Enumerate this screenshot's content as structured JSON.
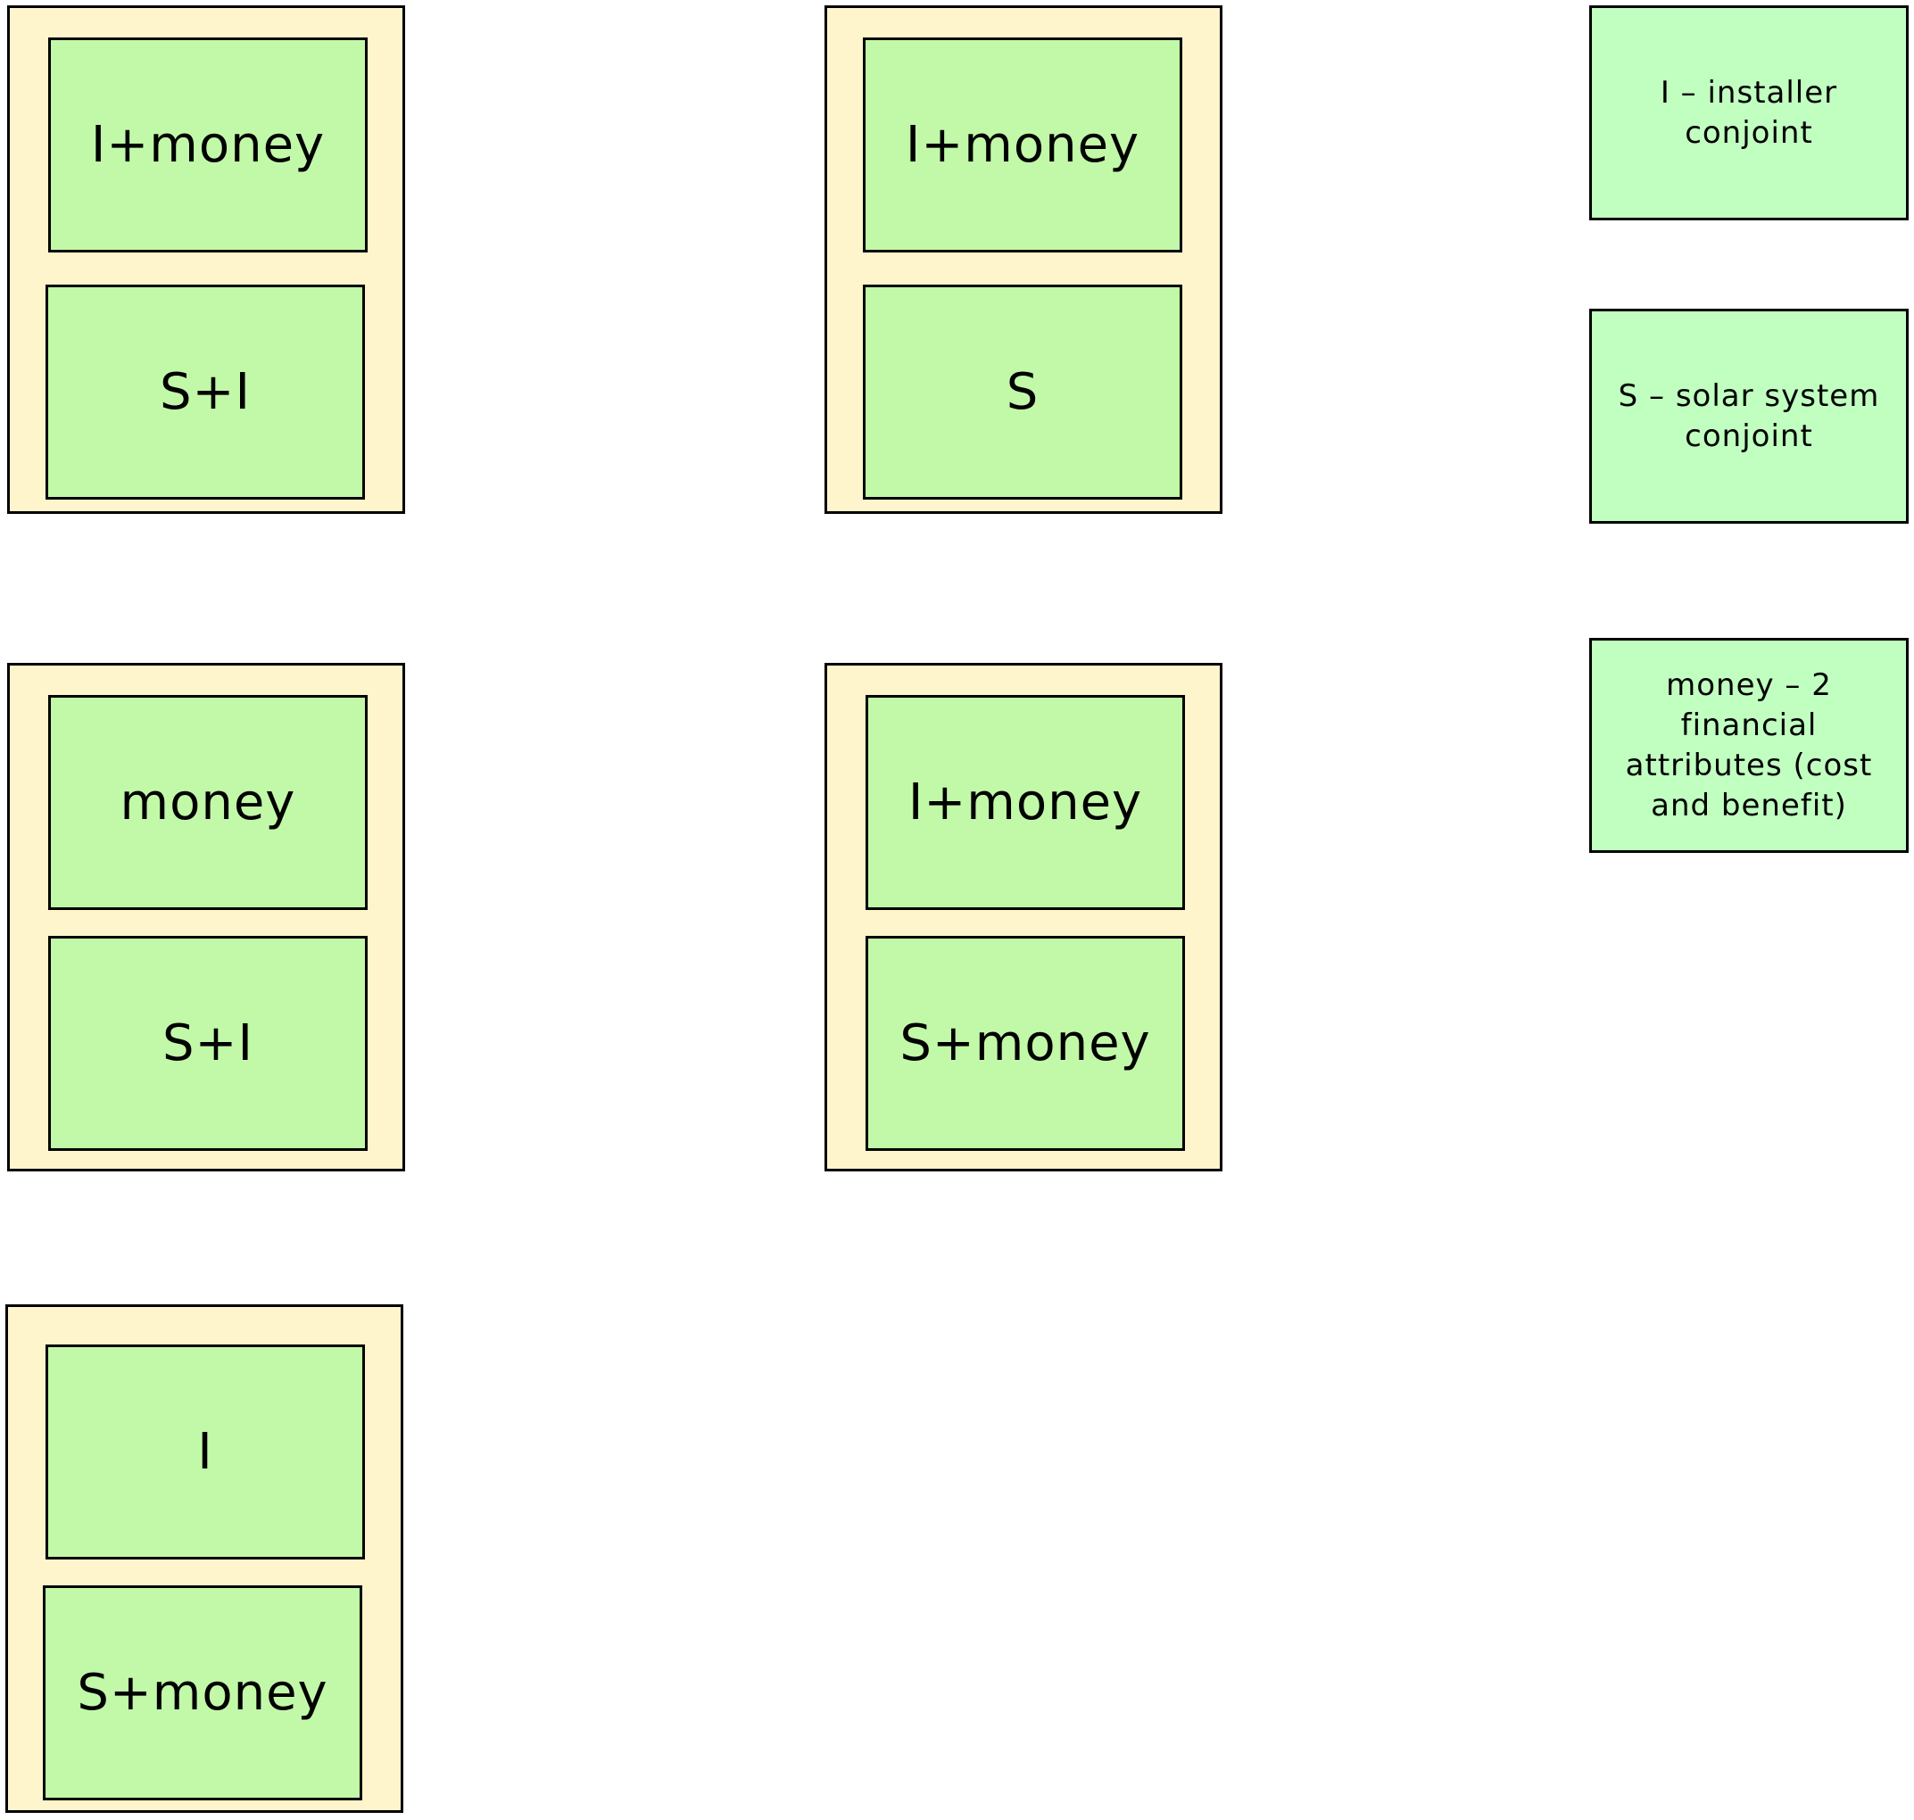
{
  "groups": [
    {
      "top": "I+money",
      "bottom": "S+I"
    },
    {
      "top": "I+money",
      "bottom": "S"
    },
    {
      "top": "money",
      "bottom": "S+I"
    },
    {
      "top": "I+money",
      "bottom": "S+money"
    },
    {
      "top": "I",
      "bottom": "S+money"
    }
  ],
  "legend": [
    {
      "text": "I – installer\nconjoint"
    },
    {
      "text": "S – solar system\nconjoint"
    },
    {
      "text": "money – 2\nfinancial\nattributes (cost\nand benefit)"
    }
  ]
}
